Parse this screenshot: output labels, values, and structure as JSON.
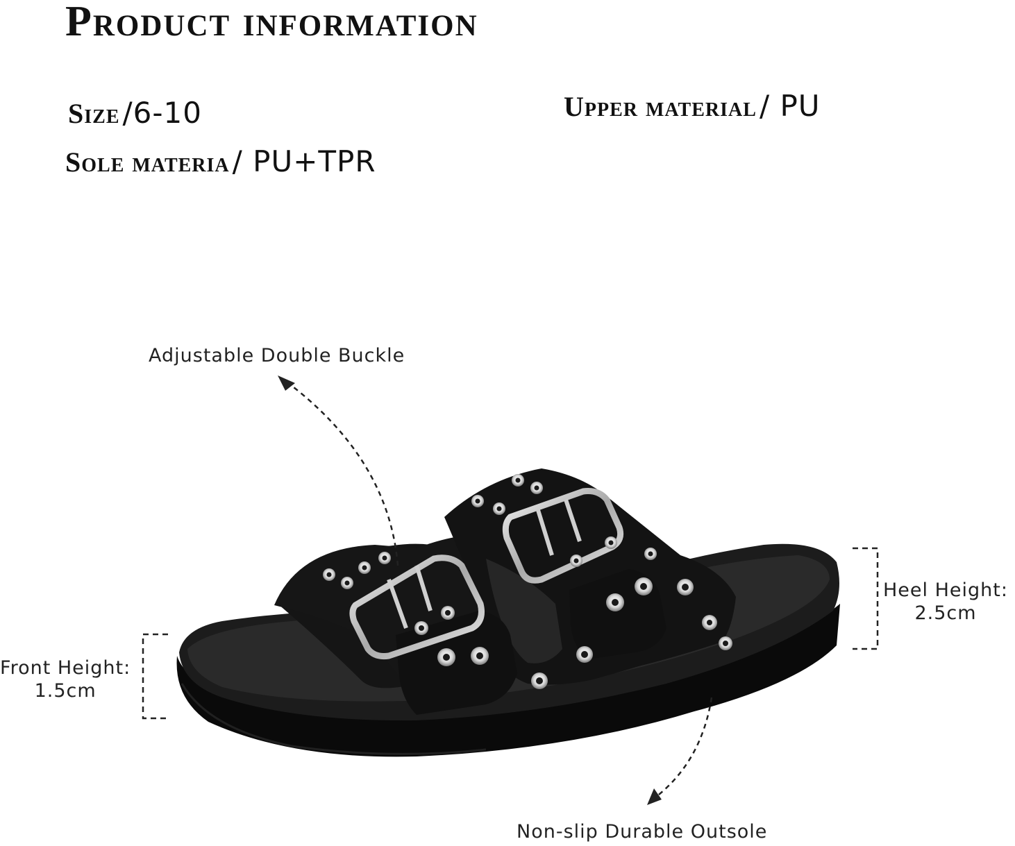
{
  "title": "Product information",
  "specs": {
    "size": {
      "label": "Size",
      "value": "/6-10"
    },
    "sole": {
      "label": "Sole materia",
      "value": "/ PU+TPR"
    },
    "upper": {
      "label": "Upper material",
      "value": "/ PU"
    }
  },
  "callouts": {
    "buckle": "Adjustable Double Buckle",
    "outsole": "Non-slip Durable Outsole",
    "heel_label": "Heel Height:",
    "heel_value": "2.5cm",
    "front_label": "Front Height:",
    "front_value": "1.5cm"
  },
  "colors": {
    "sandal": "#141414",
    "sole": "#0b0b0b",
    "metal": "#c9c9c9"
  }
}
